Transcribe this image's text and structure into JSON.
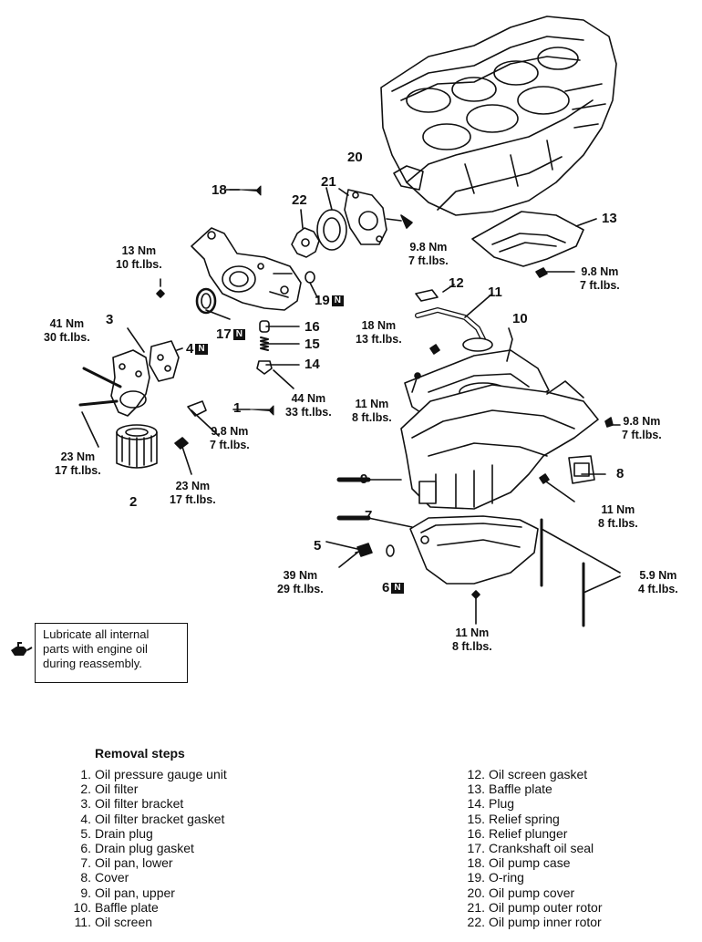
{
  "callouts": {
    "c1": "1",
    "c2": "2",
    "c3": "3",
    "c4": "4",
    "c5": "5",
    "c6": "6",
    "c7": "7",
    "c8": "8",
    "c9": "9",
    "c10": "10",
    "c11": "11",
    "c12": "12",
    "c13": "13",
    "c14": "14",
    "c15": "15",
    "c16": "16",
    "c17": "17",
    "c18": "18",
    "c19": "19",
    "c20": "20",
    "c21": "21",
    "c22": "22",
    "new_badge": "N"
  },
  "torques": {
    "t_98_pump": [
      "9.8 Nm",
      "7 ft.lbs."
    ],
    "t_98_baffle": [
      "9.8 Nm",
      "7 ft.lbs."
    ],
    "t_13": [
      "13 Nm",
      "10 ft.lbs."
    ],
    "t_41": [
      "41 Nm",
      "30 ft.lbs."
    ],
    "t_18": [
      "18 Nm",
      "13 ft.lbs."
    ],
    "t_44": [
      "44 Nm",
      "33 ft.lbs."
    ],
    "t_11_upper": [
      "11 Nm",
      "8 ft.lbs."
    ],
    "t_98_gauge": [
      "9.8 Nm",
      "7 ft.lbs."
    ],
    "t_98_pan": [
      "9.8 Nm",
      "7 ft.lbs."
    ],
    "t_23_left": [
      "23 Nm",
      "17 ft.lbs."
    ],
    "t_23_mid": [
      "23 Nm",
      "17 ft.lbs."
    ],
    "t_11_cover": [
      "11 Nm",
      "8 ft.lbs."
    ],
    "t_39": [
      "39 Nm",
      "29 ft.lbs."
    ],
    "t_59": [
      "5.9 Nm",
      "4 ft.lbs."
    ],
    "t_11_lower": [
      "11 Nm",
      "8 ft.lbs."
    ]
  },
  "note": [
    "Lubricate all internal",
    "parts with engine oil",
    "during reassembly."
  ],
  "removal_steps": {
    "title": "Removal steps",
    "items": [
      {
        "num": "1.",
        "label": "Oil pressure gauge unit"
      },
      {
        "num": "2.",
        "label": "Oil filter"
      },
      {
        "num": "3.",
        "label": "Oil filter bracket"
      },
      {
        "num": "4.",
        "label": "Oil filter bracket gasket"
      },
      {
        "num": "5.",
        "label": "Drain plug"
      },
      {
        "num": "6.",
        "label": "Drain plug gasket"
      },
      {
        "num": "7.",
        "label": "Oil pan, lower"
      },
      {
        "num": "8.",
        "label": "Cover"
      },
      {
        "num": "9.",
        "label": "Oil pan, upper"
      },
      {
        "num": "10.",
        "label": "Baffle plate"
      },
      {
        "num": "11.",
        "label": "Oil screen"
      },
      {
        "num": "12.",
        "label": "Oil screen gasket"
      },
      {
        "num": "13.",
        "label": "Baffle plate"
      },
      {
        "num": "14.",
        "label": "Plug"
      },
      {
        "num": "15.",
        "label": "Relief spring"
      },
      {
        "num": "16.",
        "label": "Relief plunger"
      },
      {
        "num": "17.",
        "label": "Crankshaft oil seal"
      },
      {
        "num": "18.",
        "label": "Oil pump case"
      },
      {
        "num": "19.",
        "label": "O-ring"
      },
      {
        "num": "20.",
        "label": "Oil pump cover"
      },
      {
        "num": "21.",
        "label": "Oil pump outer rotor"
      },
      {
        "num": "22.",
        "label": "Oil pump inner rotor"
      }
    ]
  }
}
